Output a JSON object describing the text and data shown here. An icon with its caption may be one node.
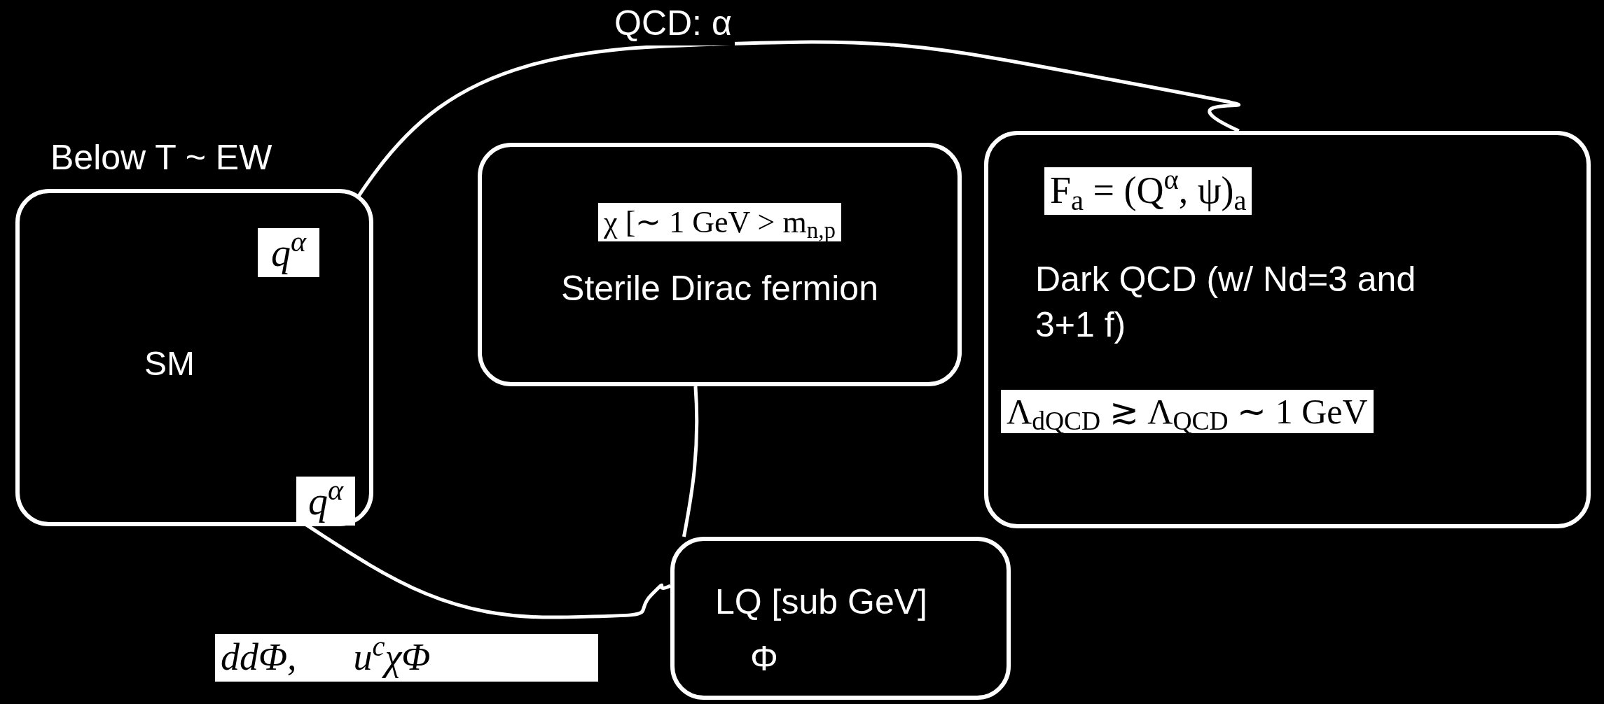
{
  "diagram": {
    "nodes": [
      {
        "text": [
          "SM"
        ],
        "beside": [
          "Below T ~ EW"
        ]
      },
      {
        "text": [
          "q$^{α}$"
        ],
        "in": 0
      },
      {
        "text": [
          "q$^{α}$"
        ],
        "in": 0
      },
      {
        "text": [
          "χ [∼ 1 GeV > m$_{n,p}$",
          "Sterile Dirac fermion"
        ]
      },
      {
        "text": [
          "F$_{a}$ = (Q$^{α}$, ψ)$_{a}$",
          "Dark QCD (w/ Nd=3 and 3+1 f)",
          "Λ$_{dQCD}$ ≳ Λ$_{QCD}$ ∼ 1 GeV"
        ]
      },
      {
        "text": [
          "LQ [sub GeV]",
          "Φ"
        ]
      }
    ],
    "edges": [
      {
        "from": 1,
        "to": 4,
        "arrow": "none",
        "label": "QCD: α"
      },
      {
        "from": 2,
        "to": 5,
        "arrow": "none"
      },
      {
        "from": 3,
        "to": 5,
        "arrow": "none"
      }
    ],
    "labels": [
      "ddΦ,      u$^{c}$χΦ"
    ]
  }
}
